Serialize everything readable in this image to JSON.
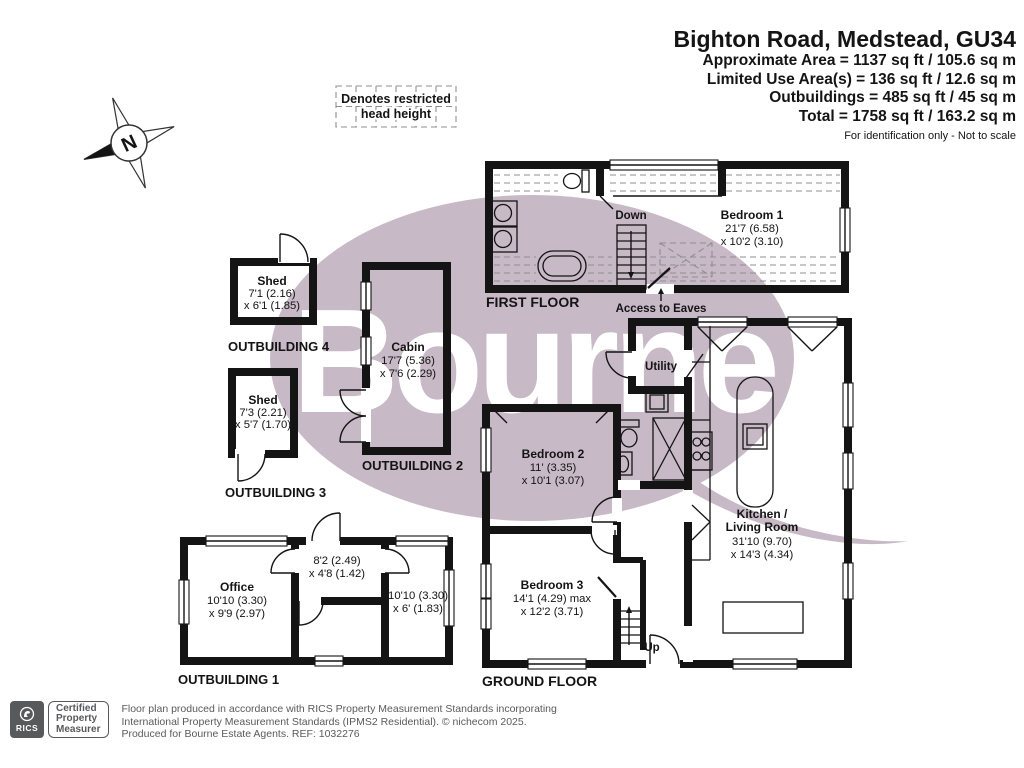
{
  "header": {
    "title": "Bighton Road, Medstead, GU34",
    "lines": [
      "Approximate Area = 1137 sq ft / 105.6 sq m",
      "Limited Use Area(s) = 136 sq ft / 12.6 sq m",
      "Outbuildings = 485 sq ft / 45 sq m",
      "Total = 1758 sq ft / 163.2 sq m"
    ],
    "note": "For identification only - Not to scale"
  },
  "legend": {
    "line1": "Denotes restricted",
    "line2": "head height"
  },
  "compass": {
    "label": "N"
  },
  "watermark": {
    "text": "Bourne",
    "color": "#c7b9c6"
  },
  "colors": {
    "wall": "#141414",
    "dash": "#8f8f8f",
    "watermark": "#c7b9c6"
  },
  "floors": {
    "first": {
      "label": "FIRST FLOOR",
      "stairs": "Down",
      "eaves": "Access to Eaves",
      "bedroom1": {
        "name": "Bedroom 1",
        "dim1": "21'7 (6.58)",
        "dim2": "x 10'2 (3.10)"
      }
    },
    "ground": {
      "label": "GROUND FLOOR",
      "utility": "Utility",
      "stairs": "Up",
      "bedroom2": {
        "name": "Bedroom 2",
        "dim1": "11' (3.35)",
        "dim2": "x 10'1 (3.07)"
      },
      "bedroom3": {
        "name": "Bedroom 3",
        "dim1": "14'1 (4.29) max",
        "dim2": "x 12'2 (3.71)"
      },
      "kitchen": {
        "name1": "Kitchen /",
        "name2": "Living Room",
        "dim1": "31'10 (9.70)",
        "dim2": "x 14'3 (4.34)"
      }
    }
  },
  "outbuildings": {
    "ob1": {
      "label": "OUTBUILDING 1",
      "office": {
        "name": "Office",
        "dim1": "10'10 (3.30)",
        "dim2": "x 9'9 (2.97)"
      },
      "hall": {
        "dim1": "8'2 (2.49)",
        "dim2": "x 4'8 (1.42)"
      },
      "store": {
        "dim1": "10'10 (3.30)",
        "dim2": "x 6' (1.83)"
      }
    },
    "ob2": {
      "label": "OUTBUILDING 2",
      "room": "Cabin",
      "dim1": "17'7 (5.36)",
      "dim2": "x 7'6 (2.29)"
    },
    "ob3": {
      "label": "OUTBUILDING 3",
      "room": "Shed",
      "dim1": "7'3 (2.21)",
      "dim2": "x 5'7 (1.70)"
    },
    "ob4": {
      "label": "OUTBUILDING 4",
      "room": "Shed",
      "dim1": "7'1 (2.16)",
      "dim2": "x 6'1 (1.85)"
    }
  },
  "footer": {
    "brand": "RICS",
    "badge": [
      "Certified",
      "Property",
      "Measurer"
    ],
    "lines": [
      "Floor plan produced in accordance with RICS Property Measurement Standards incorporating",
      "International Property Measurement Standards (IPMS2 Residential).   © nichecom 2025.",
      "Produced for Bourne Estate Agents.   REF:  1032276"
    ]
  }
}
